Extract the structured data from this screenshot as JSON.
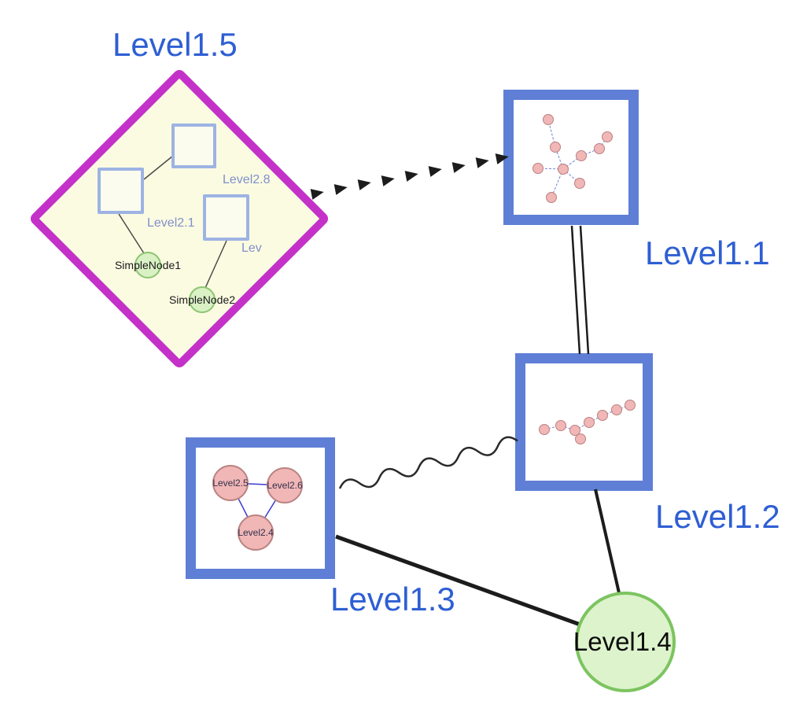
{
  "diagram": {
    "nodes": {
      "level15": {
        "label": "Level1.5"
      },
      "level11": {
        "label": "Level1.1"
      },
      "level12": {
        "label": "Level1.2"
      },
      "level13": {
        "label": "Level1.3"
      },
      "level14": {
        "label": "Level1.4"
      }
    },
    "level15_children": {
      "square_top_label": "Level2.8",
      "square_left_label": "Level2.1",
      "square_right_label": "Lev",
      "simple_node1": "SimpleNode1",
      "simple_node2": "SimpleNode2"
    },
    "level13_children": {
      "left_label": "Level2.5",
      "right_label": "Level2.6",
      "bottom_label": "Level2.4"
    },
    "colors": {
      "main_label_blue": "#2e5fd3",
      "diamond_border_magenta": "#c431c9",
      "diamond_fill_yellow": "#fbfbe1",
      "group_border_blue": "#5f7fd6",
      "inner_square_border_blue": "#9db3e3",
      "green_node_fill": "#daf0c5",
      "green_node_border": "#8cc571",
      "big_green_fill": "#ddf3cc",
      "big_green_border": "#7cc460",
      "pink_node_fill": "#f1b7b7",
      "pink_node_border": "#bb8383",
      "edge_black": "#1c1c1c",
      "mini_edge_blue": "#6f80cf"
    }
  }
}
